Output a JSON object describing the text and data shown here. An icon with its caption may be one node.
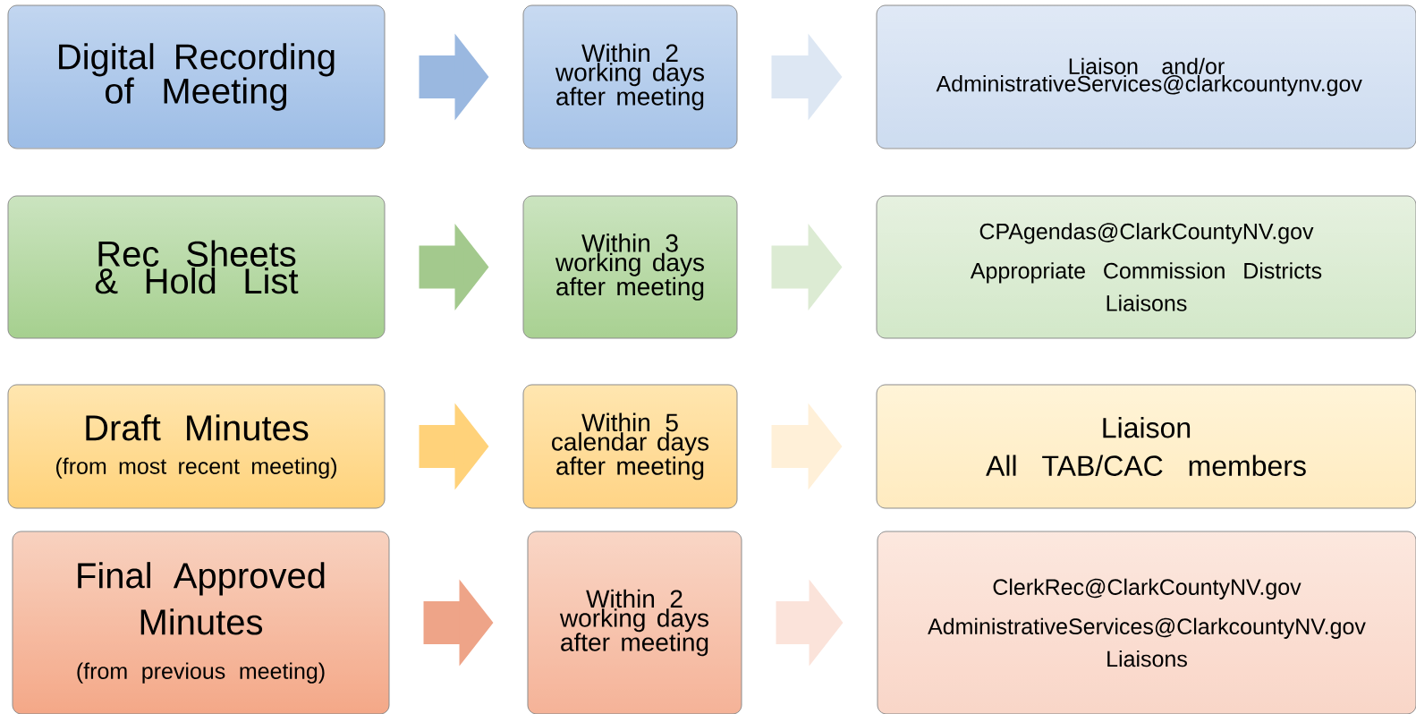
{
  "diagram": {
    "nodes": [
      {
        "text": [
          "Digital Recording of Meeting"
        ]
      },
      {
        "text": [
          "Within 2 working days after meeting"
        ]
      },
      {
        "text": [
          "Liaison and/or AdministrativeServices@clarkcountynv.gov"
        ]
      },
      {
        "text": [
          "Rec Sheets & Hold List"
        ]
      },
      {
        "text": [
          "Within 3 working days after meeting"
        ]
      },
      {
        "text": [
          "CPAgendas@ClarkCountyNV.gov",
          "Appropriate Commission Districts",
          "Liaisons"
        ]
      },
      {
        "text": [
          "Draft Minutes",
          "(from most recent meeting)"
        ]
      },
      {
        "text": [
          "Within 5 calendar days after meeting"
        ]
      },
      {
        "text": [
          "Liaison",
          "All TAB/CAC members"
        ]
      },
      {
        "text": [
          "Final Approved Minutes",
          "(from previous meeting)"
        ]
      },
      {
        "text": [
          "Within 2 working days after meeting"
        ]
      },
      {
        "text": [
          "ClerkRec@ClarkCountyNV.gov",
          "AdministrativeServices@ClarkcountyNV.gov",
          "Liaisons"
        ]
      }
    ],
    "edges": [
      {
        "from": 0,
        "to": 1,
        "arrow": "to",
        "color": "#9ab8e0"
      },
      {
        "from": 1,
        "to": 2,
        "arrow": "to",
        "color": "#dde7f3"
      },
      {
        "from": 3,
        "to": 4,
        "arrow": "to",
        "color": "#a3c98d"
      },
      {
        "from": 4,
        "to": 5,
        "arrow": "to",
        "color": "#dcebd3"
      },
      {
        "from": 6,
        "to": 7,
        "arrow": "to",
        "color": "#ffd27a"
      },
      {
        "from": 7,
        "to": 8,
        "arrow": "to",
        "color": "#fff0d8"
      },
      {
        "from": 9,
        "to": 10,
        "arrow": "to",
        "color": "#eea488"
      },
      {
        "from": 10,
        "to": 11,
        "arrow": "to",
        "color": "#fbe3da"
      }
    ]
  }
}
